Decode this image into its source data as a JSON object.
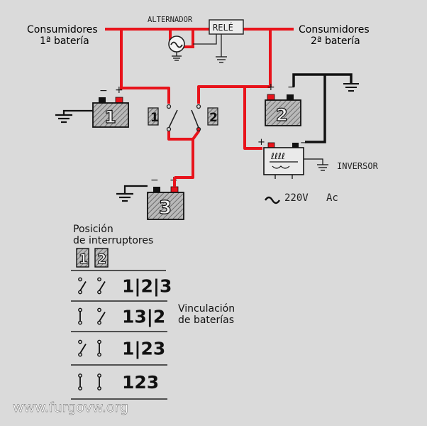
{
  "labels": {
    "consumers_left_line1": "Consumidores",
    "consumers_left_line2": "1ª batería",
    "consumers_right_line1": "Consumidores",
    "consumers_right_line2": "2ª batería",
    "alternator": "ALTERNADOR",
    "relay": "RELÉ",
    "inverter": "INVERSOR",
    "inverter_coil": "ℓℓℓℓ",
    "ac_output": "220V   Ac",
    "switch_position_line1": "Posición",
    "switch_position_line2": "de interruptores",
    "battery_linking_line1": "Vinculación",
    "battery_linking_line2": "de baterías",
    "watermark": "www.furgovw.org"
  },
  "batteries": [
    {
      "number": "1",
      "neg": "−",
      "pos": "+"
    },
    {
      "number": "2",
      "neg": "−",
      "pos": "+"
    },
    {
      "number": "3",
      "neg": "−",
      "pos": "+"
    }
  ],
  "inverter_terminals": {
    "pos": "+",
    "neg": "−"
  },
  "switches": [
    "1",
    "2"
  ],
  "table": {
    "header": [
      "1",
      "2"
    ],
    "rows": [
      {
        "sw1": "open",
        "sw2": "open",
        "linking": "1|2|3"
      },
      {
        "sw1": "closed",
        "sw2": "open",
        "linking": "13|2"
      },
      {
        "sw1": "open",
        "sw2": "closed",
        "linking": "1|23"
      },
      {
        "sw1": "closed",
        "sw2": "closed",
        "linking": "123"
      }
    ]
  },
  "colors": {
    "wire_positive": "#e8131b",
    "wire_negative": "#111111",
    "paper": "#dadada",
    "battery_fill": "#9a9a9a",
    "terminal_red": "#e8131b"
  }
}
